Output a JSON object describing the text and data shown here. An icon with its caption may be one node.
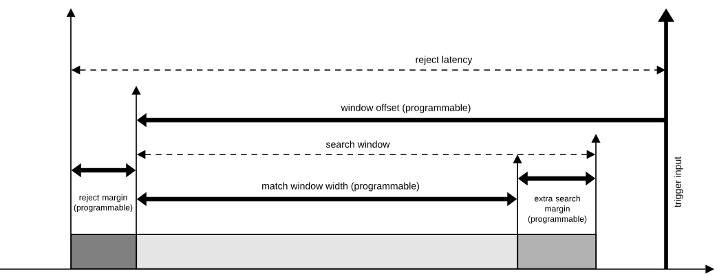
{
  "diagram": {
    "nodes": [
      {
        "text": [],
        "shape": "bar"
      },
      {
        "text": [],
        "shape": "bar"
      },
      {
        "text": [],
        "shape": "bar"
      }
    ],
    "labels": [
      "reject latency",
      "window offset (programmable)",
      "search window",
      "reject margin (programmable)",
      "match window width (programmable)",
      "extra search margin (programmable)",
      "trigger input"
    ]
  }
}
